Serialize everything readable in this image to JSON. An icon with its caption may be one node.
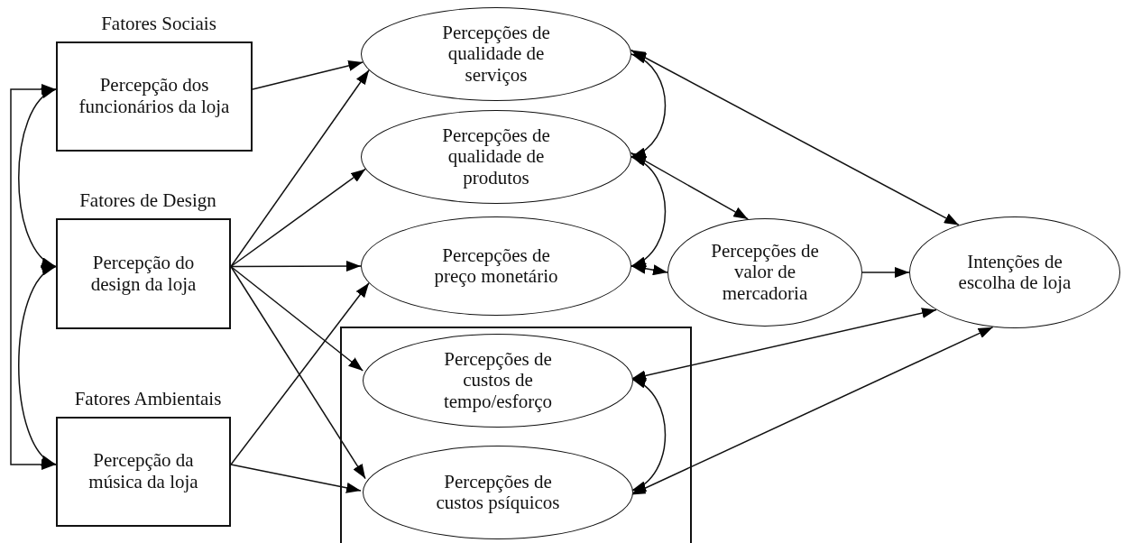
{
  "diagram": {
    "nodes": [
      {
        "text": [
          "Fatores Sociais",
          "Percepção dos funcionários da loja"
        ]
      },
      {
        "text": [
          "Fatores de Design",
          "Percepção do design da loja"
        ]
      },
      {
        "text": [
          "Fatores Ambientais",
          "Percepção da música da loja"
        ]
      },
      {
        "text": [
          "Percepções de qualidade de serviços"
        ]
      },
      {
        "text": [
          "Percepções de qualidade de produtos"
        ]
      },
      {
        "text": [
          "Percepções de preço monetário"
        ]
      },
      {
        "text": [],
        "shape": "box"
      },
      {
        "text": [
          "Percepções de custos de tempo/esforço"
        ],
        "in": 6
      },
      {
        "text": [
          "Percepções de custos psíquicos"
        ],
        "in": 6
      },
      {
        "text": [
          "Percepções de valor de mercadoria"
        ]
      },
      {
        "text": [
          "Intenções de escolha de loja"
        ]
      }
    ],
    "edges": [
      {
        "from": 0,
        "to": 1,
        "arrow": "both"
      },
      {
        "from": 1,
        "to": 2,
        "arrow": "both"
      },
      {
        "from": 0,
        "to": 2,
        "arrow": "both"
      },
      {
        "from": 0,
        "to": 3,
        "arrow": "to"
      },
      {
        "from": 1,
        "to": 3,
        "arrow": "to"
      },
      {
        "from": 1,
        "to": 4,
        "arrow": "to"
      },
      {
        "from": 1,
        "to": 5,
        "arrow": "to"
      },
      {
        "from": 1,
        "to": 7,
        "arrow": "to"
      },
      {
        "from": 1,
        "to": 8,
        "arrow": "to"
      },
      {
        "from": 2,
        "to": 5,
        "arrow": "to"
      },
      {
        "from": 2,
        "to": 8,
        "arrow": "to"
      },
      {
        "from": 3,
        "to": 4,
        "arrow": "both"
      },
      {
        "from": 4,
        "to": 5,
        "arrow": "both"
      },
      {
        "from": 7,
        "to": 8,
        "arrow": "both"
      },
      {
        "from": 3,
        "to": 10,
        "arrow": "both"
      },
      {
        "from": 4,
        "to": 9,
        "arrow": "both"
      },
      {
        "from": 5,
        "to": 9,
        "arrow": "both"
      },
      {
        "from": 9,
        "to": 10,
        "arrow": "to"
      },
      {
        "from": 7,
        "to": 10,
        "arrow": "both"
      },
      {
        "from": 8,
        "to": 10,
        "arrow": "both"
      }
    ]
  }
}
